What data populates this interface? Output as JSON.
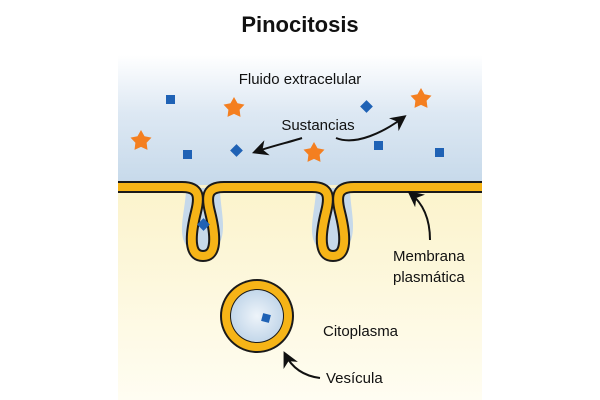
{
  "title": "Pinocitosis",
  "labels": {
    "extracellular": "Fluido extracelular",
    "substances": "Sustancias",
    "membrane_line1": "Membrana",
    "membrane_line2": "plasmática",
    "cytoplasm": "Citoplasma",
    "vesicle": "Vesícula"
  },
  "colors": {
    "extracellular_fluid": "#c9dced",
    "cytoplasm": "#fbf5d2",
    "membrane": "#f6b417",
    "membrane_outline": "#1a1a1a",
    "star": "#f47f20",
    "square": "#1f62b5"
  },
  "icons": {
    "star": "star-icon",
    "square": "square-particle-icon"
  }
}
